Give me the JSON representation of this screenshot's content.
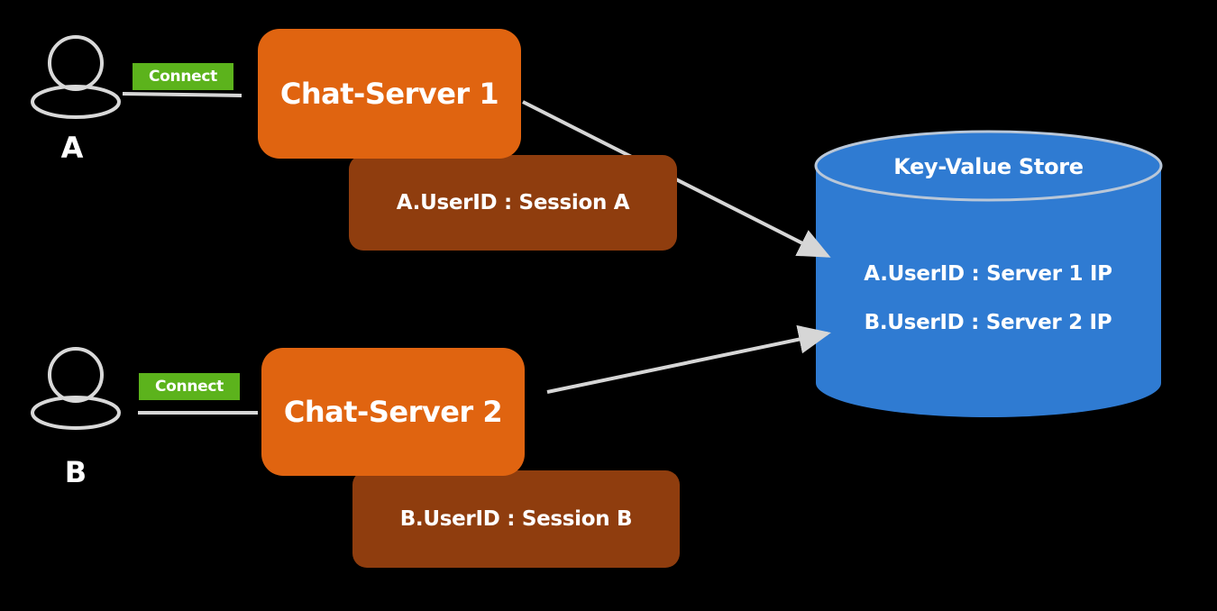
{
  "colors": {
    "background": "#000000",
    "user_icon": "#d9d9d9",
    "connector_line": "#d6d6d6",
    "connect_tag": "#5cb31c",
    "server": "#e06410",
    "session": "#8f3d0e",
    "store": "#2f7bd2",
    "store_outline": "#b9c7d8"
  },
  "users": [
    {
      "label": "A",
      "icon": "user-icon"
    },
    {
      "label": "B",
      "icon": "user-icon"
    }
  ],
  "connect_label": "Connect",
  "servers": [
    {
      "name": "Chat-Server 1",
      "session": "A.UserID : Session A"
    },
    {
      "name": "Chat-Server 2",
      "session": "B.UserID : Session B"
    }
  ],
  "store": {
    "title": "Key-Value Store",
    "entries": [
      "A.UserID : Server 1 IP",
      "B.UserID : Server 2 IP"
    ]
  }
}
